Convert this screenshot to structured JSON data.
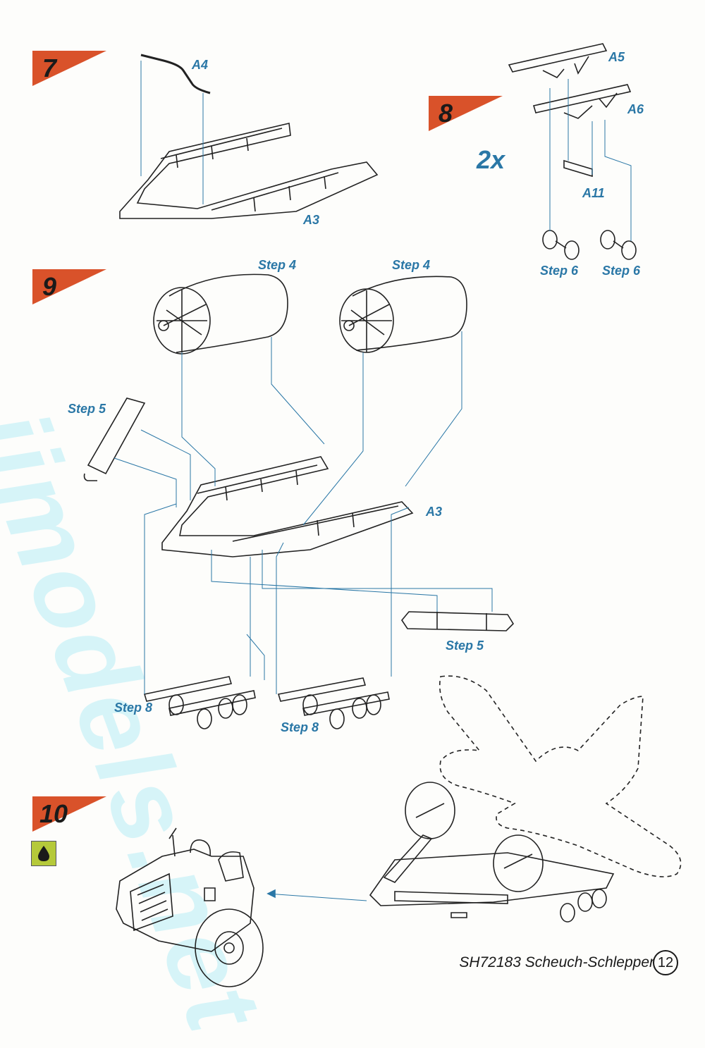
{
  "steps": {
    "s7": "7",
    "s8": "8",
    "s9": "9",
    "s10": "10"
  },
  "labels": {
    "a4": "A4",
    "a3_step7": "A3",
    "a5": "A5",
    "a6": "A6",
    "a11": "A11",
    "multiplier": "2x",
    "step6_left": "Step 6",
    "step6_right": "Step 6",
    "step4_left": "Step 4",
    "step4_right": "Step 4",
    "step5_top": "Step 5",
    "step5_bottom": "Step 5",
    "a3_step9": "A3",
    "step8_left": "Step 8",
    "step8_right": "Step 8"
  },
  "watermark": "jimodels.net",
  "footer": {
    "title": "SH72183 Scheuch-Schlepper",
    "page": "12"
  },
  "colors": {
    "flag": "#d9522a",
    "label": "#2a77a6",
    "paint_chip": "#b5c93a",
    "watermark": "#c9f2f8"
  },
  "icons": {
    "paint": "paint-drop-icon"
  }
}
